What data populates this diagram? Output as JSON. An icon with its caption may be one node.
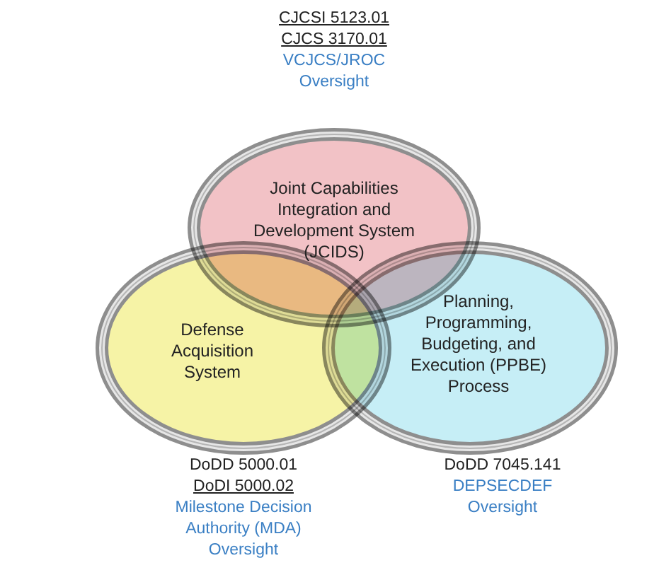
{
  "diagram": {
    "nodes": [
      {
        "text": [
          "Joint Capabilities Integration and Development System (JCIDS)"
        ],
        "beside": [
          "CJCSI 5123.01",
          "CJCS 3170.01",
          "VCJCS/JROC Oversight"
        ]
      },
      {
        "text": [
          "Defense Acquisition System"
        ],
        "beside": [
          "DoDD 5000.01",
          "DoDI 5000.02",
          "Milestone Decision Authority (MDA) Oversight"
        ]
      },
      {
        "text": [
          "Planning, Programming, Budgeting, and Execution (PPBE) Process"
        ],
        "beside": [
          "DoDD 7045.141",
          "DEPSECDEF Oversight"
        ]
      }
    ]
  }
}
